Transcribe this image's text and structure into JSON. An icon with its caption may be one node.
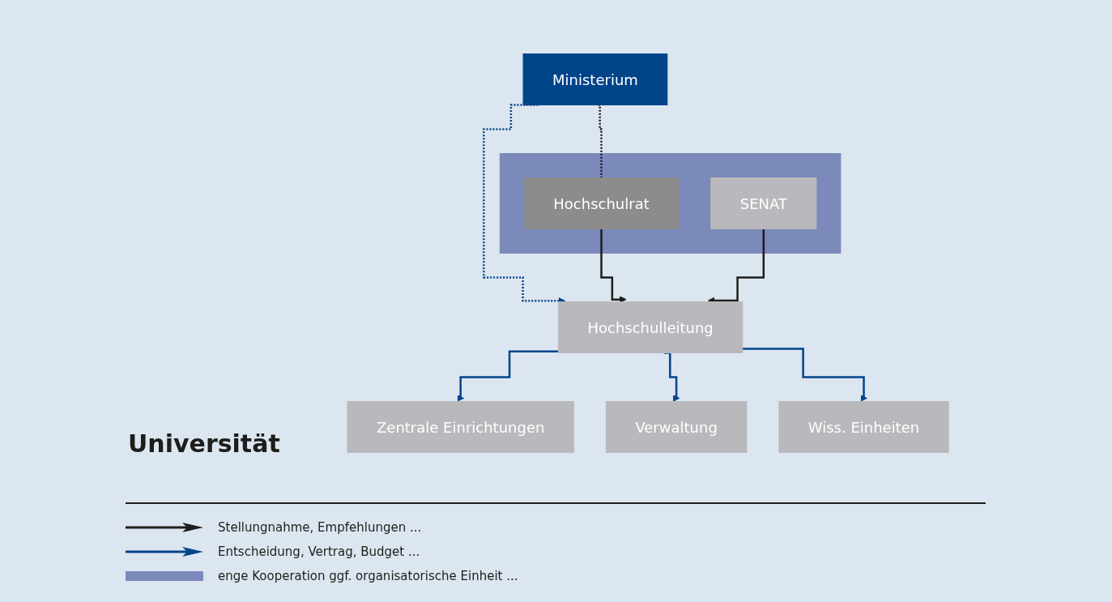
{
  "diagram": {
    "nodes": [
      {
        "text": [
          "Ministerium"
        ]
      },
      {
        "text": [],
        "shape": "box"
      },
      {
        "text": [
          "Hochschulrat"
        ],
        "in": 1
      },
      {
        "text": [
          "SENAT"
        ],
        "in": 1
      },
      {
        "text": [
          "Hochschulleitung"
        ]
      },
      {
        "text": [
          "Zentrale Einrichtungen"
        ]
      },
      {
        "text": [
          "Verwaltung"
        ]
      },
      {
        "text": [
          "Wiss. Einheiten"
        ]
      }
    ],
    "edges": [
      {
        "from": 0,
        "to": 2,
        "arrow": "none",
        "style": "dashed",
        "color": "#1d1d1b"
      },
      {
        "from": 0,
        "to": 4,
        "arrow": "to",
        "style": "dashed"
      },
      {
        "from": 2,
        "to": 4,
        "arrow": "to",
        "color": "#1d1d1b"
      },
      {
        "from": 3,
        "to": 4,
        "arrow": "to",
        "color": "#1d1d1b"
      },
      {
        "from": 4,
        "to": 5,
        "arrow": "to"
      },
      {
        "from": 4,
        "to": 6,
        "arrow": "to"
      },
      {
        "from": 4,
        "to": 7,
        "arrow": "to"
      }
    ],
    "labels": [
      "Universität"
    ],
    "legend": [
      {
        "text": "Stellungnahme, Empfehlungen ..."
      },
      {
        "text": "Entscheidung, Vertrag, Budget ..."
      },
      {
        "text": "enge Kooperation ggf. organisatorische Einheit ...",
        "color": "#7b89bb"
      }
    ]
  }
}
